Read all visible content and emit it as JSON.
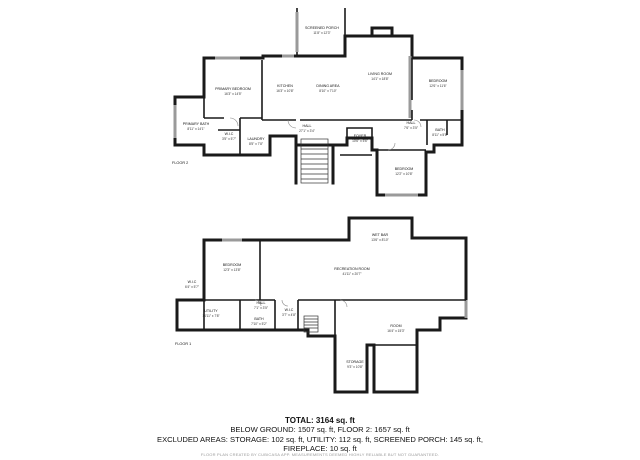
{
  "floors": [
    {
      "label": "FLOOR 2",
      "rooms": [
        {
          "key": "screened_porch",
          "name": "SCREENED PORCH",
          "dim": "11'8\" x 12'3\""
        },
        {
          "key": "primary_bedroom",
          "name": "PRIMARY BEDROOM",
          "dim": "16'3\" x 14'5\""
        },
        {
          "key": "kitchen",
          "name": "KITCHEN",
          "dim": "16'3\" x 10'8\""
        },
        {
          "key": "dining_area",
          "name": "DINING AREA",
          "dim": "8'10\" x 7'10\""
        },
        {
          "key": "living_room",
          "name": "LIVING ROOM",
          "dim": "14'1\" x 18'8\""
        },
        {
          "key": "bedroom_ne",
          "name": "BEDROOM",
          "dim": "12'6\" x 11'6\""
        },
        {
          "key": "primary_bath",
          "name": "PRIMARY BATH",
          "dim": "8'11\" x 14'1\""
        },
        {
          "key": "wic",
          "name": "W.I.C",
          "dim": "3'5\" x 5'7\""
        },
        {
          "key": "laundry",
          "name": "LAUNDRY",
          "dim": "8'5\" x 7'8\""
        },
        {
          "key": "hall_center",
          "name": "HALL",
          "dim": "27'1\" x 3'4\""
        },
        {
          "key": "foyer",
          "name": "FOYER",
          "dim": "10'6\" x 5'6\""
        },
        {
          "key": "hall_east",
          "name": "HALL",
          "dim": "7'6\" x 3'5\""
        },
        {
          "key": "bath_f2",
          "name": "BATH",
          "dim": "8'11\" x 5'8\""
        },
        {
          "key": "bedroom_s",
          "name": "BEDROOM",
          "dim": "12'2\" x 10'8\""
        }
      ]
    },
    {
      "label": "FLOOR 1",
      "rooms": [
        {
          "key": "wet_bar",
          "name": "WET BAR",
          "dim": "13'6\" x 8'10\""
        },
        {
          "key": "bedroom_f1",
          "name": "BEDROOM",
          "dim": "12'3\" x 13'8\""
        },
        {
          "key": "recreation_room",
          "name": "RECREATION ROOM",
          "dim": "41'11\" x 20'7\""
        },
        {
          "key": "wic_f1",
          "name": "W.I.C",
          "dim": "6'4\" x 5'7\""
        },
        {
          "key": "hall_f1",
          "name": "HALL",
          "dim": "7'1\" x 3'5\""
        },
        {
          "key": "wic_f1b",
          "name": "W.I.C",
          "dim": "3'7\" x 4'8\""
        },
        {
          "key": "utility",
          "name": "UTILITY",
          "dim": "14'11\" x 7'8\""
        },
        {
          "key": "bath_f1",
          "name": "BATH",
          "dim": "7'10\" x 5'2\""
        },
        {
          "key": "room_f1",
          "name": "ROOM",
          "dim": "16'4\" x 15'3\""
        },
        {
          "key": "storage",
          "name": "STORAGE",
          "dim": "9'3\" x 10'8\""
        }
      ]
    }
  ],
  "totals": {
    "title": "TOTAL: 3164 sq. ft",
    "line1": "BELOW GROUND: 1507 sq. ft, FLOOR 2: 1657 sq. ft",
    "line2": "EXCLUDED AREAS: STORAGE: 102 sq. ft, UTILITY: 112 sq. ft, SCREENED PORCH: 145 sq. ft,",
    "line3": "FIREPLACE: 10 sq. ft"
  },
  "footer": "FLOOR PLAN CREATED BY CUBICASA APP. MEASUREMENTS DEEMED HIGHLY RELIABLE BUT NOT GUARANTEED."
}
